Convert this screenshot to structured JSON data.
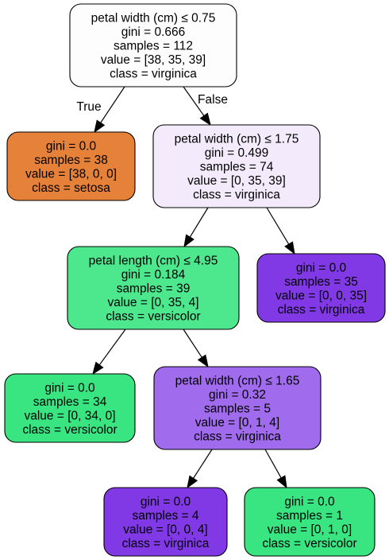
{
  "nodes": [
    {
      "id": "n0",
      "fill": "#fdfdfe",
      "lines": [
        "petal width (cm) ≤ 0.75",
        "gini = 0.666",
        "samples = 112",
        "value = [38, 35, 39]",
        "class = virginica"
      ]
    },
    {
      "id": "n1",
      "fill": "#e58139",
      "lines": [
        "gini = 0.0",
        "samples = 38",
        "value = [38, 0, 0]",
        "class = setosa"
      ]
    },
    {
      "id": "n2",
      "fill": "#f3ebfc",
      "lines": [
        "petal width (cm) ≤ 1.75",
        "gini = 0.499",
        "samples = 74",
        "value = [0, 35, 39]",
        "class = virginica"
      ]
    },
    {
      "id": "n3",
      "fill": "#4de88e",
      "lines": [
        "petal length (cm) ≤ 4.95",
        "gini = 0.184",
        "samples = 39",
        "value = [0, 35, 4]",
        "class = versicolor"
      ]
    },
    {
      "id": "n4",
      "fill": "#8139e5",
      "lines": [
        "gini = 0.0",
        "samples = 35",
        "value = [0, 0, 35]",
        "class = virginica"
      ]
    },
    {
      "id": "n5",
      "fill": "#39e581",
      "lines": [
        "gini = 0.0",
        "samples = 34",
        "value = [0, 34, 0]",
        "class = versicolor"
      ]
    },
    {
      "id": "n6",
      "fill": "#a06bec",
      "lines": [
        "petal width (cm) ≤ 1.65",
        "gini = 0.32",
        "samples = 5",
        "value = [0, 1, 4]",
        "class = virginica"
      ]
    },
    {
      "id": "n7",
      "fill": "#8139e5",
      "lines": [
        "gini = 0.0",
        "samples = 4",
        "value = [0, 0, 4]",
        "class = virginica"
      ]
    },
    {
      "id": "n8",
      "fill": "#39e581",
      "lines": [
        "gini = 0.0",
        "samples = 1",
        "value = [0, 1, 0]",
        "class = versicolor"
      ]
    }
  ],
  "edges": [
    {
      "from": "n0",
      "to": "n1",
      "label": "True"
    },
    {
      "from": "n0",
      "to": "n2",
      "label": "False"
    },
    {
      "from": "n2",
      "to": "n3",
      "label": ""
    },
    {
      "from": "n2",
      "to": "n4",
      "label": ""
    },
    {
      "from": "n3",
      "to": "n5",
      "label": ""
    },
    {
      "from": "n3",
      "to": "n6",
      "label": ""
    },
    {
      "from": "n6",
      "to": "n7",
      "label": ""
    },
    {
      "from": "n6",
      "to": "n8",
      "label": ""
    }
  ]
}
